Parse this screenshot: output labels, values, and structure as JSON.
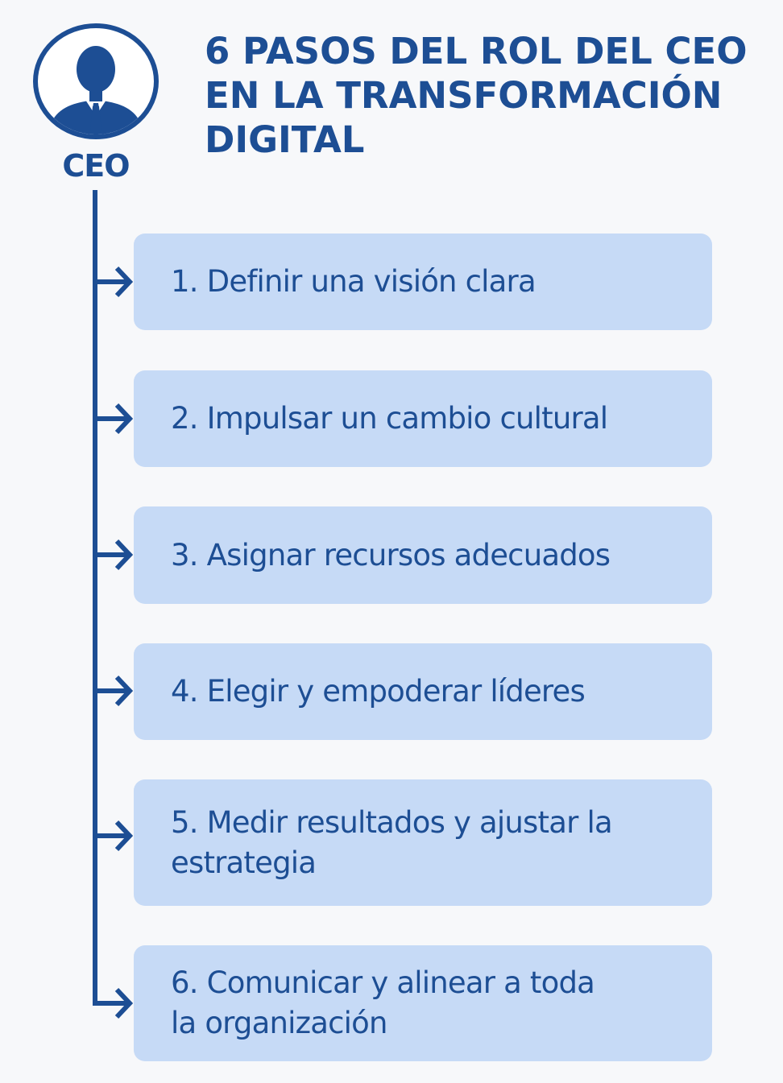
{
  "header": {
    "ceo_label": "CEO",
    "title": "6 PASOS DEL ROL DEL CEO EN LA TRANSFORMACIÓN DIGITAL"
  },
  "steps": [
    {
      "label": "1. Definir una visión clara"
    },
    {
      "label": "2. Impulsar un cambio cultural"
    },
    {
      "label": "3. Asignar recursos adecuados"
    },
    {
      "label": "4. Elegir y empoderar líderes"
    },
    {
      "label": "5. Medir resultados y ajustar la estrategia"
    },
    {
      "label": "6. Comunicar y alinear a toda la organización"
    }
  ],
  "colors": {
    "primary": "#1d4e94",
    "card": "#c6daf6",
    "background": "#f7f8fa"
  },
  "icons": {
    "avatar": "ceo-person-icon",
    "connector": "arrow-right-icon"
  }
}
